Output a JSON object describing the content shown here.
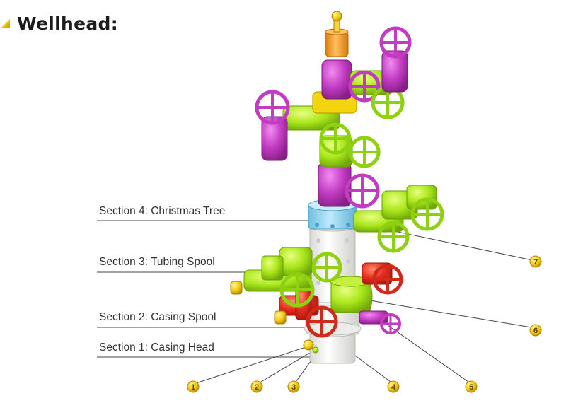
{
  "title": "Wellhead:",
  "sections": [
    {
      "label": "Section 4: Christmas Tree"
    },
    {
      "label": "Section 3: Tubing Spool"
    },
    {
      "label": "Section 2: Casing Spool"
    },
    {
      "label": "Section 1: Casing Head"
    }
  ],
  "markers": [
    {
      "number": "1"
    },
    {
      "number": "2"
    },
    {
      "number": "3"
    },
    {
      "number": "4"
    },
    {
      "number": "5"
    },
    {
      "number": "6"
    },
    {
      "number": "7"
    }
  ],
  "colors": {
    "valve_green": "#a8e619",
    "valve_purple": "#c23cc2",
    "valve_red": "#e52d1e",
    "cap_orange": "#f39a1e",
    "adapter_blue": "#8cd3f0",
    "spool_white": "#f5f5f2",
    "marker_yellow": "#f2c80f"
  }
}
